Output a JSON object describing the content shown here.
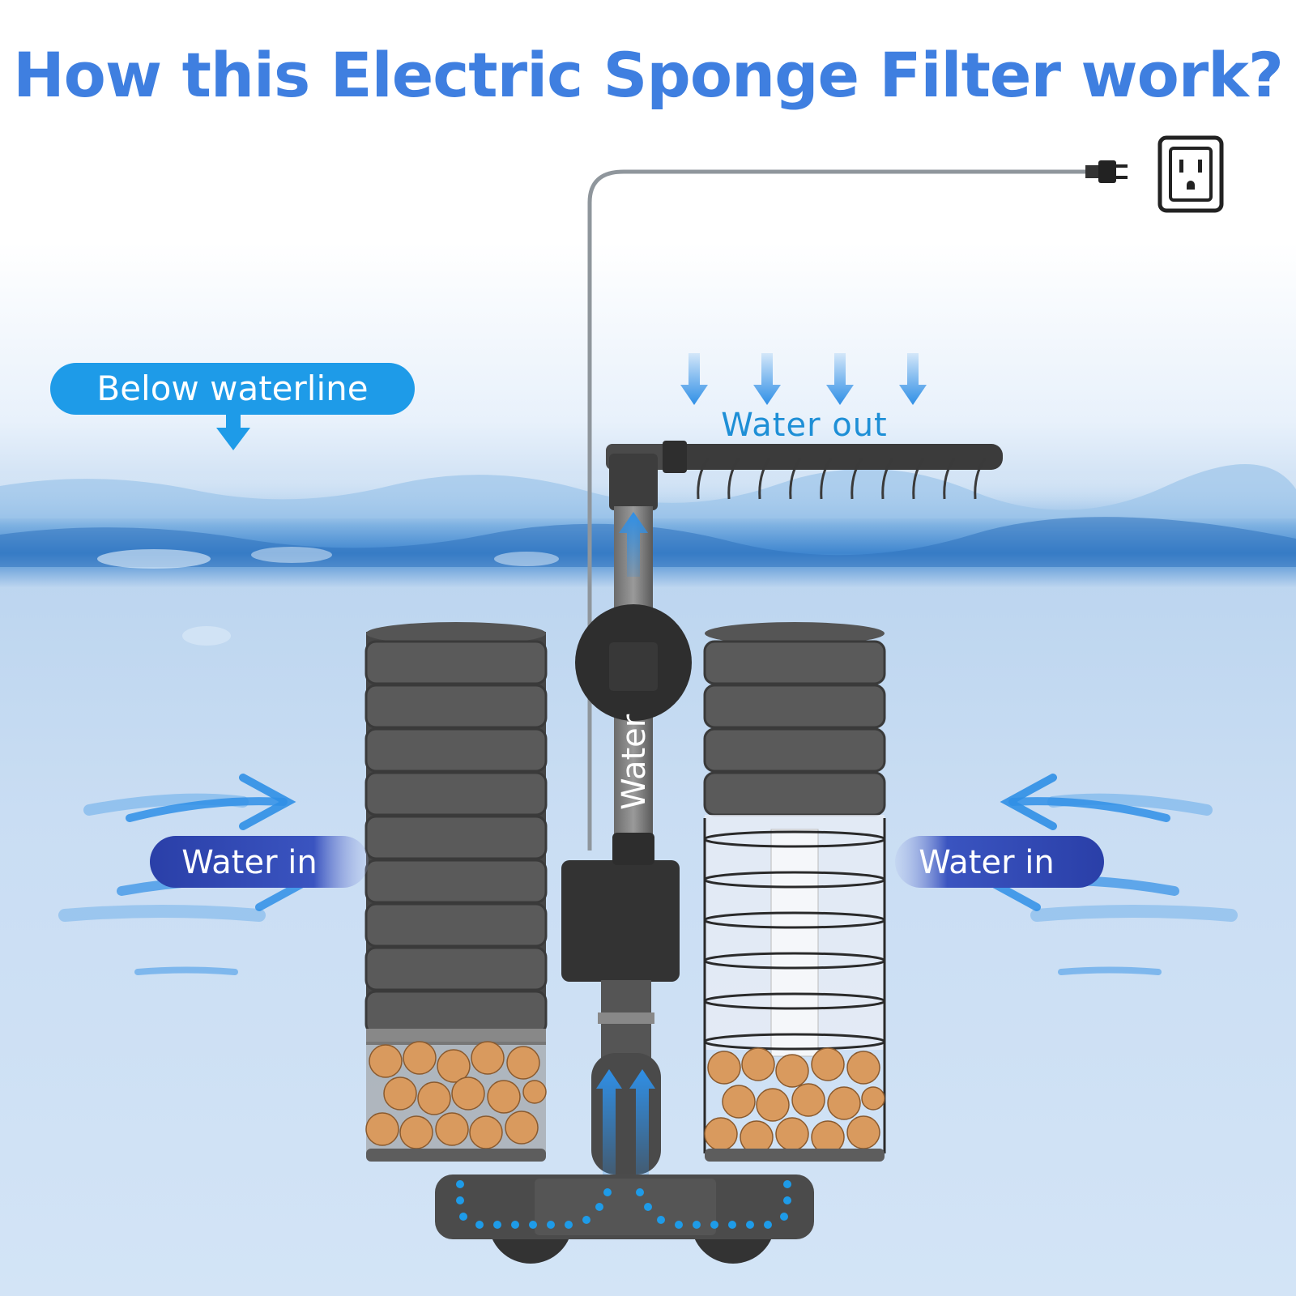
{
  "title": "How this Electric Sponge Filter work?",
  "labels": {
    "below_waterline": "Below waterline",
    "water_out": "Water out",
    "water_in_left": "Water in",
    "water_in_right": "Water in",
    "pipe_label": "Water"
  },
  "colors": {
    "title": "#3f7fe0",
    "callout_blue": "#1e9be8",
    "water_in_pill": "#2a3fa8",
    "arrow_blue": "#2f8fe6",
    "sponge": "#4a4a4a",
    "media_ball": "#d99a5e"
  },
  "icons": [
    "power-outlet-icon",
    "power-plug-icon",
    "down-arrow-icon",
    "up-arrow-icon",
    "flow-arrow-icon"
  ]
}
